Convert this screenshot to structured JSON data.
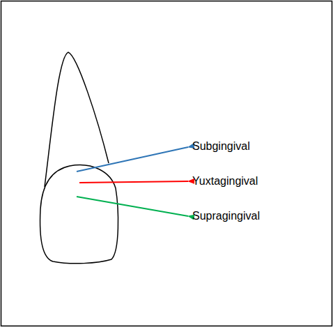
{
  "diagram": {
    "labels": [
      "Subgingival",
      "Yuxtagingival",
      "Supragingival"
    ]
  }
}
